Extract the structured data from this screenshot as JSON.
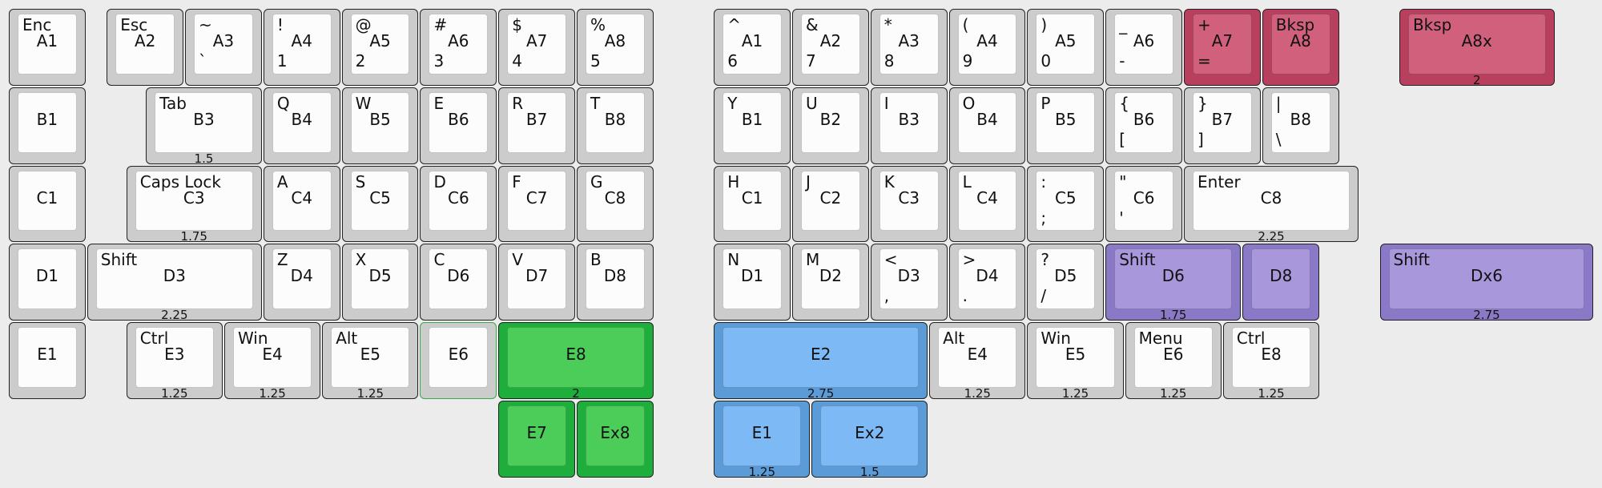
{
  "colors": {
    "default_base": "#cccccc",
    "default_top": "#fcfcfc",
    "red": "#d1607c",
    "purple": "#a897db",
    "green": "#4ccd5a",
    "blue": "#7db9f4",
    "background": "#ececec"
  },
  "keys": [
    {
      "id": "l-a1",
      "c": 0,
      "r": 0,
      "w": 1,
      "tl": "Enc",
      "mid": "A1"
    },
    {
      "id": "l-a2",
      "c": 1.25,
      "r": 0,
      "w": 1,
      "tl": "Esc",
      "mid": "A2"
    },
    {
      "id": "l-a3",
      "c": 2.25,
      "r": 0,
      "w": 1,
      "tl": "~",
      "mid": "A3",
      "bl": "`"
    },
    {
      "id": "l-a4",
      "c": 3.25,
      "r": 0,
      "w": 1,
      "tl": "!",
      "mid": "A4",
      "bl": "1"
    },
    {
      "id": "l-a5",
      "c": 4.25,
      "r": 0,
      "w": 1,
      "tl": "@",
      "mid": "A5",
      "bl": "2"
    },
    {
      "id": "l-a6",
      "c": 5.25,
      "r": 0,
      "w": 1,
      "tl": "#",
      "mid": "A6",
      "bl": "3"
    },
    {
      "id": "l-a7",
      "c": 6.25,
      "r": 0,
      "w": 1,
      "tl": "$",
      "mid": "A7",
      "bl": "4"
    },
    {
      "id": "l-a8",
      "c": 7.25,
      "r": 0,
      "w": 1,
      "tl": "%",
      "mid": "A8",
      "bl": "5"
    },
    {
      "id": "l-b1",
      "c": 0,
      "r": 1,
      "w": 1,
      "mid": "B1"
    },
    {
      "id": "l-b3",
      "c": 1.75,
      "r": 1,
      "w": 1.5,
      "tl": "Tab",
      "mid": "B3",
      "bot": "1.5"
    },
    {
      "id": "l-b4",
      "c": 3.25,
      "r": 1,
      "w": 1,
      "tl": "Q",
      "mid": "B4"
    },
    {
      "id": "l-b5",
      "c": 4.25,
      "r": 1,
      "w": 1,
      "tl": "W",
      "mid": "B5"
    },
    {
      "id": "l-b6",
      "c": 5.25,
      "r": 1,
      "w": 1,
      "tl": "E",
      "mid": "B6"
    },
    {
      "id": "l-b7",
      "c": 6.25,
      "r": 1,
      "w": 1,
      "tl": "R",
      "mid": "B7"
    },
    {
      "id": "l-b8",
      "c": 7.25,
      "r": 1,
      "w": 1,
      "tl": "T",
      "mid": "B8"
    },
    {
      "id": "l-c1",
      "c": 0,
      "r": 2,
      "w": 1,
      "mid": "C1"
    },
    {
      "id": "l-c3",
      "c": 1.5,
      "r": 2,
      "w": 1.75,
      "tl": "Caps Lock",
      "mid": "C3",
      "bot": "1.75"
    },
    {
      "id": "l-c4",
      "c": 3.25,
      "r": 2,
      "w": 1,
      "tl": "A",
      "mid": "C4"
    },
    {
      "id": "l-c5",
      "c": 4.25,
      "r": 2,
      "w": 1,
      "tl": "S",
      "mid": "C5"
    },
    {
      "id": "l-c6",
      "c": 5.25,
      "r": 2,
      "w": 1,
      "tl": "D",
      "mid": "C6"
    },
    {
      "id": "l-c7",
      "c": 6.25,
      "r": 2,
      "w": 1,
      "tl": "F",
      "mid": "C7"
    },
    {
      "id": "l-c8",
      "c": 7.25,
      "r": 2,
      "w": 1,
      "tl": "G",
      "mid": "C8"
    },
    {
      "id": "l-d1",
      "c": 0,
      "r": 3,
      "w": 1,
      "mid": "D1"
    },
    {
      "id": "l-d3",
      "c": 1,
      "r": 3,
      "w": 2.25,
      "tl": "Shift",
      "mid": "D3",
      "bot": "2.25"
    },
    {
      "id": "l-d4",
      "c": 3.25,
      "r": 3,
      "w": 1,
      "tl": "Z",
      "mid": "D4"
    },
    {
      "id": "l-d5",
      "c": 4.25,
      "r": 3,
      "w": 1,
      "tl": "X",
      "mid": "D5"
    },
    {
      "id": "l-d6",
      "c": 5.25,
      "r": 3,
      "w": 1,
      "tl": "C",
      "mid": "D6"
    },
    {
      "id": "l-d7",
      "c": 6.25,
      "r": 3,
      "w": 1,
      "tl": "V",
      "mid": "D7"
    },
    {
      "id": "l-d8",
      "c": 7.25,
      "r": 3,
      "w": 1,
      "tl": "B",
      "mid": "D8"
    },
    {
      "id": "l-e1",
      "c": 0,
      "r": 4,
      "w": 1,
      "mid": "E1"
    },
    {
      "id": "l-e3",
      "c": 1.5,
      "r": 4,
      "w": 1.25,
      "tl": "Ctrl",
      "mid": "E3",
      "bot": "1.25"
    },
    {
      "id": "l-e4",
      "c": 2.75,
      "r": 4,
      "w": 1.25,
      "tl": "Win",
      "mid": "E4",
      "bot": "1.25"
    },
    {
      "id": "l-e5",
      "c": 4,
      "r": 4,
      "w": 1.25,
      "tl": "Alt",
      "mid": "E5",
      "bot": "1.25"
    },
    {
      "id": "l-e6",
      "c": 5.25,
      "r": 4,
      "w": 1,
      "mid": "E6",
      "ghost": true
    },
    {
      "id": "l-e8",
      "c": 6.25,
      "r": 4,
      "w": 2,
      "mid": "E8",
      "bot": "2",
      "color": "green"
    },
    {
      "id": "l-e7",
      "c": 6.25,
      "r": 5,
      "w": 1,
      "mid": "E7",
      "color": "green"
    },
    {
      "id": "l-ex8",
      "c": 7.25,
      "r": 5,
      "w": 1,
      "mid": "Ex8",
      "color": "green"
    },
    {
      "id": "r-a1",
      "c": 9,
      "r": 0,
      "w": 1,
      "tl": "^",
      "mid": "A1",
      "bl": "6"
    },
    {
      "id": "r-a2",
      "c": 10,
      "r": 0,
      "w": 1,
      "tl": "&",
      "mid": "A2",
      "bl": "7"
    },
    {
      "id": "r-a3",
      "c": 11,
      "r": 0,
      "w": 1,
      "tl": "*",
      "mid": "A3",
      "bl": "8"
    },
    {
      "id": "r-a4",
      "c": 12,
      "r": 0,
      "w": 1,
      "tl": "(",
      "mid": "A4",
      "bl": "9"
    },
    {
      "id": "r-a5",
      "c": 13,
      "r": 0,
      "w": 1,
      "tl": ")",
      "mid": "A5",
      "bl": "0"
    },
    {
      "id": "r-a6",
      "c": 14,
      "r": 0,
      "w": 1,
      "tl": "_",
      "mid": "A6",
      "bl": "-"
    },
    {
      "id": "r-a7",
      "c": 15,
      "r": 0,
      "w": 1,
      "tl": "+",
      "mid": "A7",
      "bl": "=",
      "color": "red"
    },
    {
      "id": "r-a8",
      "c": 16,
      "r": 0,
      "w": 1,
      "tl": "Bksp",
      "mid": "A8",
      "color": "red"
    },
    {
      "id": "r-a8x",
      "c": 17.75,
      "r": 0,
      "w": 2,
      "tl": "Bksp",
      "mid": "A8x",
      "bot": "2",
      "color": "red"
    },
    {
      "id": "r-b1",
      "c": 9,
      "r": 1,
      "w": 1,
      "tl": "Y",
      "mid": "B1"
    },
    {
      "id": "r-b2",
      "c": 10,
      "r": 1,
      "w": 1,
      "tl": "U",
      "mid": "B2"
    },
    {
      "id": "r-b3",
      "c": 11,
      "r": 1,
      "w": 1,
      "tl": "I",
      "mid": "B3"
    },
    {
      "id": "r-b4",
      "c": 12,
      "r": 1,
      "w": 1,
      "tl": "O",
      "mid": "B4"
    },
    {
      "id": "r-b5",
      "c": 13,
      "r": 1,
      "w": 1,
      "tl": "P",
      "mid": "B5"
    },
    {
      "id": "r-b6",
      "c": 14,
      "r": 1,
      "w": 1,
      "tl": "{",
      "mid": "B6",
      "bl": "["
    },
    {
      "id": "r-b7",
      "c": 15,
      "r": 1,
      "w": 1,
      "tl": "}",
      "mid": "B7",
      "bl": "]"
    },
    {
      "id": "r-b8",
      "c": 16,
      "r": 1,
      "w": 1,
      "tl": "|",
      "mid": "B8",
      "bl": "\\"
    },
    {
      "id": "r-c1",
      "c": 9,
      "r": 2,
      "w": 1,
      "tl": "H",
      "mid": "C1"
    },
    {
      "id": "r-c2",
      "c": 10,
      "r": 2,
      "w": 1,
      "tl": "J",
      "mid": "C2"
    },
    {
      "id": "r-c3",
      "c": 11,
      "r": 2,
      "w": 1,
      "tl": "K",
      "mid": "C3"
    },
    {
      "id": "r-c4",
      "c": 12,
      "r": 2,
      "w": 1,
      "tl": "L",
      "mid": "C4"
    },
    {
      "id": "r-c5",
      "c": 13,
      "r": 2,
      "w": 1,
      "tl": ":",
      "mid": "C5",
      "bl": ";"
    },
    {
      "id": "r-c6",
      "c": 14,
      "r": 2,
      "w": 1,
      "tl": "\"",
      "mid": "C6",
      "bl": "'"
    },
    {
      "id": "r-c8",
      "c": 15,
      "r": 2,
      "w": 2.25,
      "tl": "Enter",
      "mid": "C8",
      "bot": "2.25"
    },
    {
      "id": "r-d1",
      "c": 9,
      "r": 3,
      "w": 1,
      "tl": "N",
      "mid": "D1"
    },
    {
      "id": "r-d2",
      "c": 10,
      "r": 3,
      "w": 1,
      "tl": "M",
      "mid": "D2"
    },
    {
      "id": "r-d3",
      "c": 11,
      "r": 3,
      "w": 1,
      "tl": "<",
      "mid": "D3",
      "bl": ","
    },
    {
      "id": "r-d4",
      "c": 12,
      "r": 3,
      "w": 1,
      "tl": ">",
      "mid": "D4",
      "bl": "."
    },
    {
      "id": "r-d5",
      "c": 13,
      "r": 3,
      "w": 1,
      "tl": "?",
      "mid": "D5",
      "bl": "/"
    },
    {
      "id": "r-d6",
      "c": 14,
      "r": 3,
      "w": 1.75,
      "tl": "Shift",
      "mid": "D6",
      "bot": "1.75",
      "color": "purple"
    },
    {
      "id": "r-d8",
      "c": 15.75,
      "r": 3,
      "w": 1,
      "mid": "D8",
      "color": "purple"
    },
    {
      "id": "r-dx6",
      "c": 17.5,
      "r": 3,
      "w": 2.75,
      "tl": "Shift",
      "mid": "Dx6",
      "bot": "2.75",
      "color": "purple"
    },
    {
      "id": "r-e2",
      "c": 9,
      "r": 4,
      "w": 2.75,
      "mid": "E2",
      "bot": "2.75",
      "color": "blue"
    },
    {
      "id": "r-e4",
      "c": 11.75,
      "r": 4,
      "w": 1.25,
      "tl": "Alt",
      "mid": "E4",
      "bot": "1.25"
    },
    {
      "id": "r-e5",
      "c": 13,
      "r": 4,
      "w": 1.25,
      "tl": "Win",
      "mid": "E5",
      "bot": "1.25"
    },
    {
      "id": "r-e6",
      "c": 14.25,
      "r": 4,
      "w": 1.25,
      "tl": "Menu",
      "mid": "E6",
      "bot": "1.25"
    },
    {
      "id": "r-e8",
      "c": 15.5,
      "r": 4,
      "w": 1.25,
      "tl": "Ctrl",
      "mid": "E8",
      "bot": "1.25"
    },
    {
      "id": "r-e1",
      "c": 9,
      "r": 5,
      "w": 1.25,
      "mid": "E1",
      "bot": "1.25",
      "color": "blue"
    },
    {
      "id": "r-ex2",
      "c": 10.25,
      "r": 5,
      "w": 1.5,
      "mid": "Ex2",
      "bot": "1.5",
      "color": "blue"
    }
  ]
}
